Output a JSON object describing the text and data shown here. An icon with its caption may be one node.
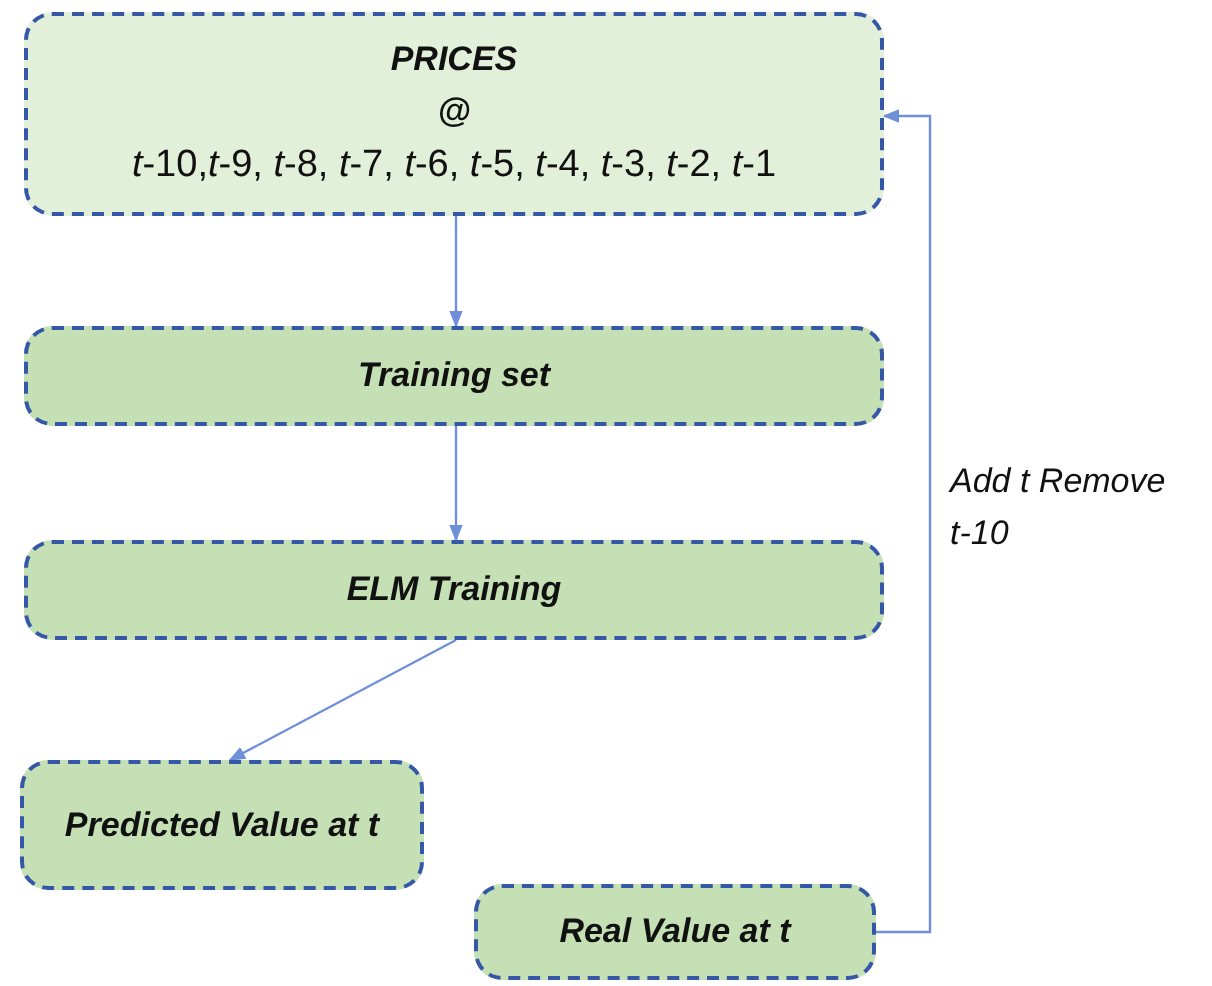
{
  "diagram": {
    "nodes": [
      {
        "text": [
          "PRICES",
          "@",
          "*t*-10,*t*-9, *t*-8, *t*-7, *t*-6, *t*-5, *t*-4, *t*-3, *t*-2, *t*-1"
        ]
      },
      {
        "text": [
          "Training set"
        ]
      },
      {
        "text": [
          "ELM Training"
        ]
      },
      {
        "text": [
          "Predicted Value at t"
        ]
      },
      {
        "text": [
          "Real Value at t"
        ]
      }
    ],
    "edges": [
      {
        "from": 0,
        "to": 1,
        "arrow": "to"
      },
      {
        "from": 1,
        "to": 2,
        "arrow": "to"
      },
      {
        "from": 2,
        "to": 3,
        "arrow": "to"
      },
      {
        "from": 4,
        "to": 0,
        "arrow": "to",
        "label": "Add t Remove t-10"
      }
    ]
  }
}
